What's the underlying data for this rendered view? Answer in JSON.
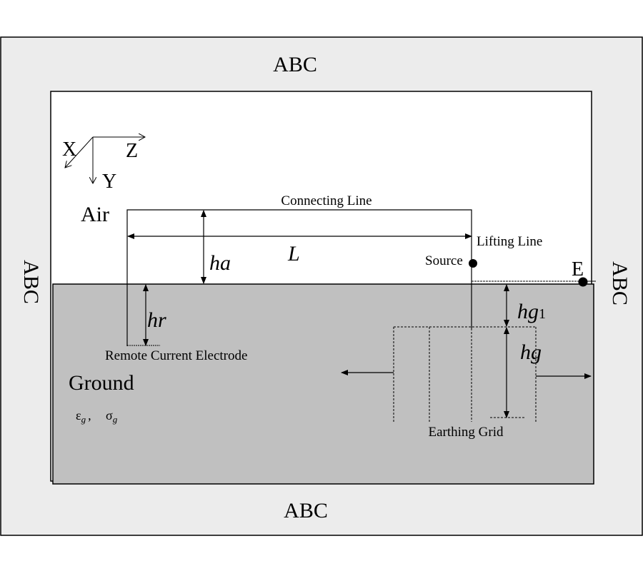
{
  "diagram": {
    "title": "FDTD computation model of earthing grid measurement",
    "boundary_label": "ABC",
    "axes": {
      "x": "X",
      "y": "Y",
      "z": "Z"
    },
    "regions": {
      "air": "Air",
      "ground": "Ground"
    },
    "ground_params": {
      "epsilon": "ε",
      "sigma": "σ",
      "subscript": "g",
      "separator": ","
    },
    "labels": {
      "connecting_line": "Connecting Line",
      "lifting_line": "Lifting Line",
      "source": "Source",
      "point_e": "E",
      "remote_electrode": "Remote Current Electrode",
      "earthing_grid": "Earthing Grid"
    },
    "dimensions": {
      "ha": "ha",
      "L": "L",
      "hr": "hr",
      "hg1_base": "hg",
      "hg1_sub": "1",
      "hg": "hg"
    },
    "colors": {
      "abc_region": "#ececec",
      "air_region": "#ffffff",
      "ground_region": "#c0c0c0",
      "stroke": "#000000"
    }
  }
}
